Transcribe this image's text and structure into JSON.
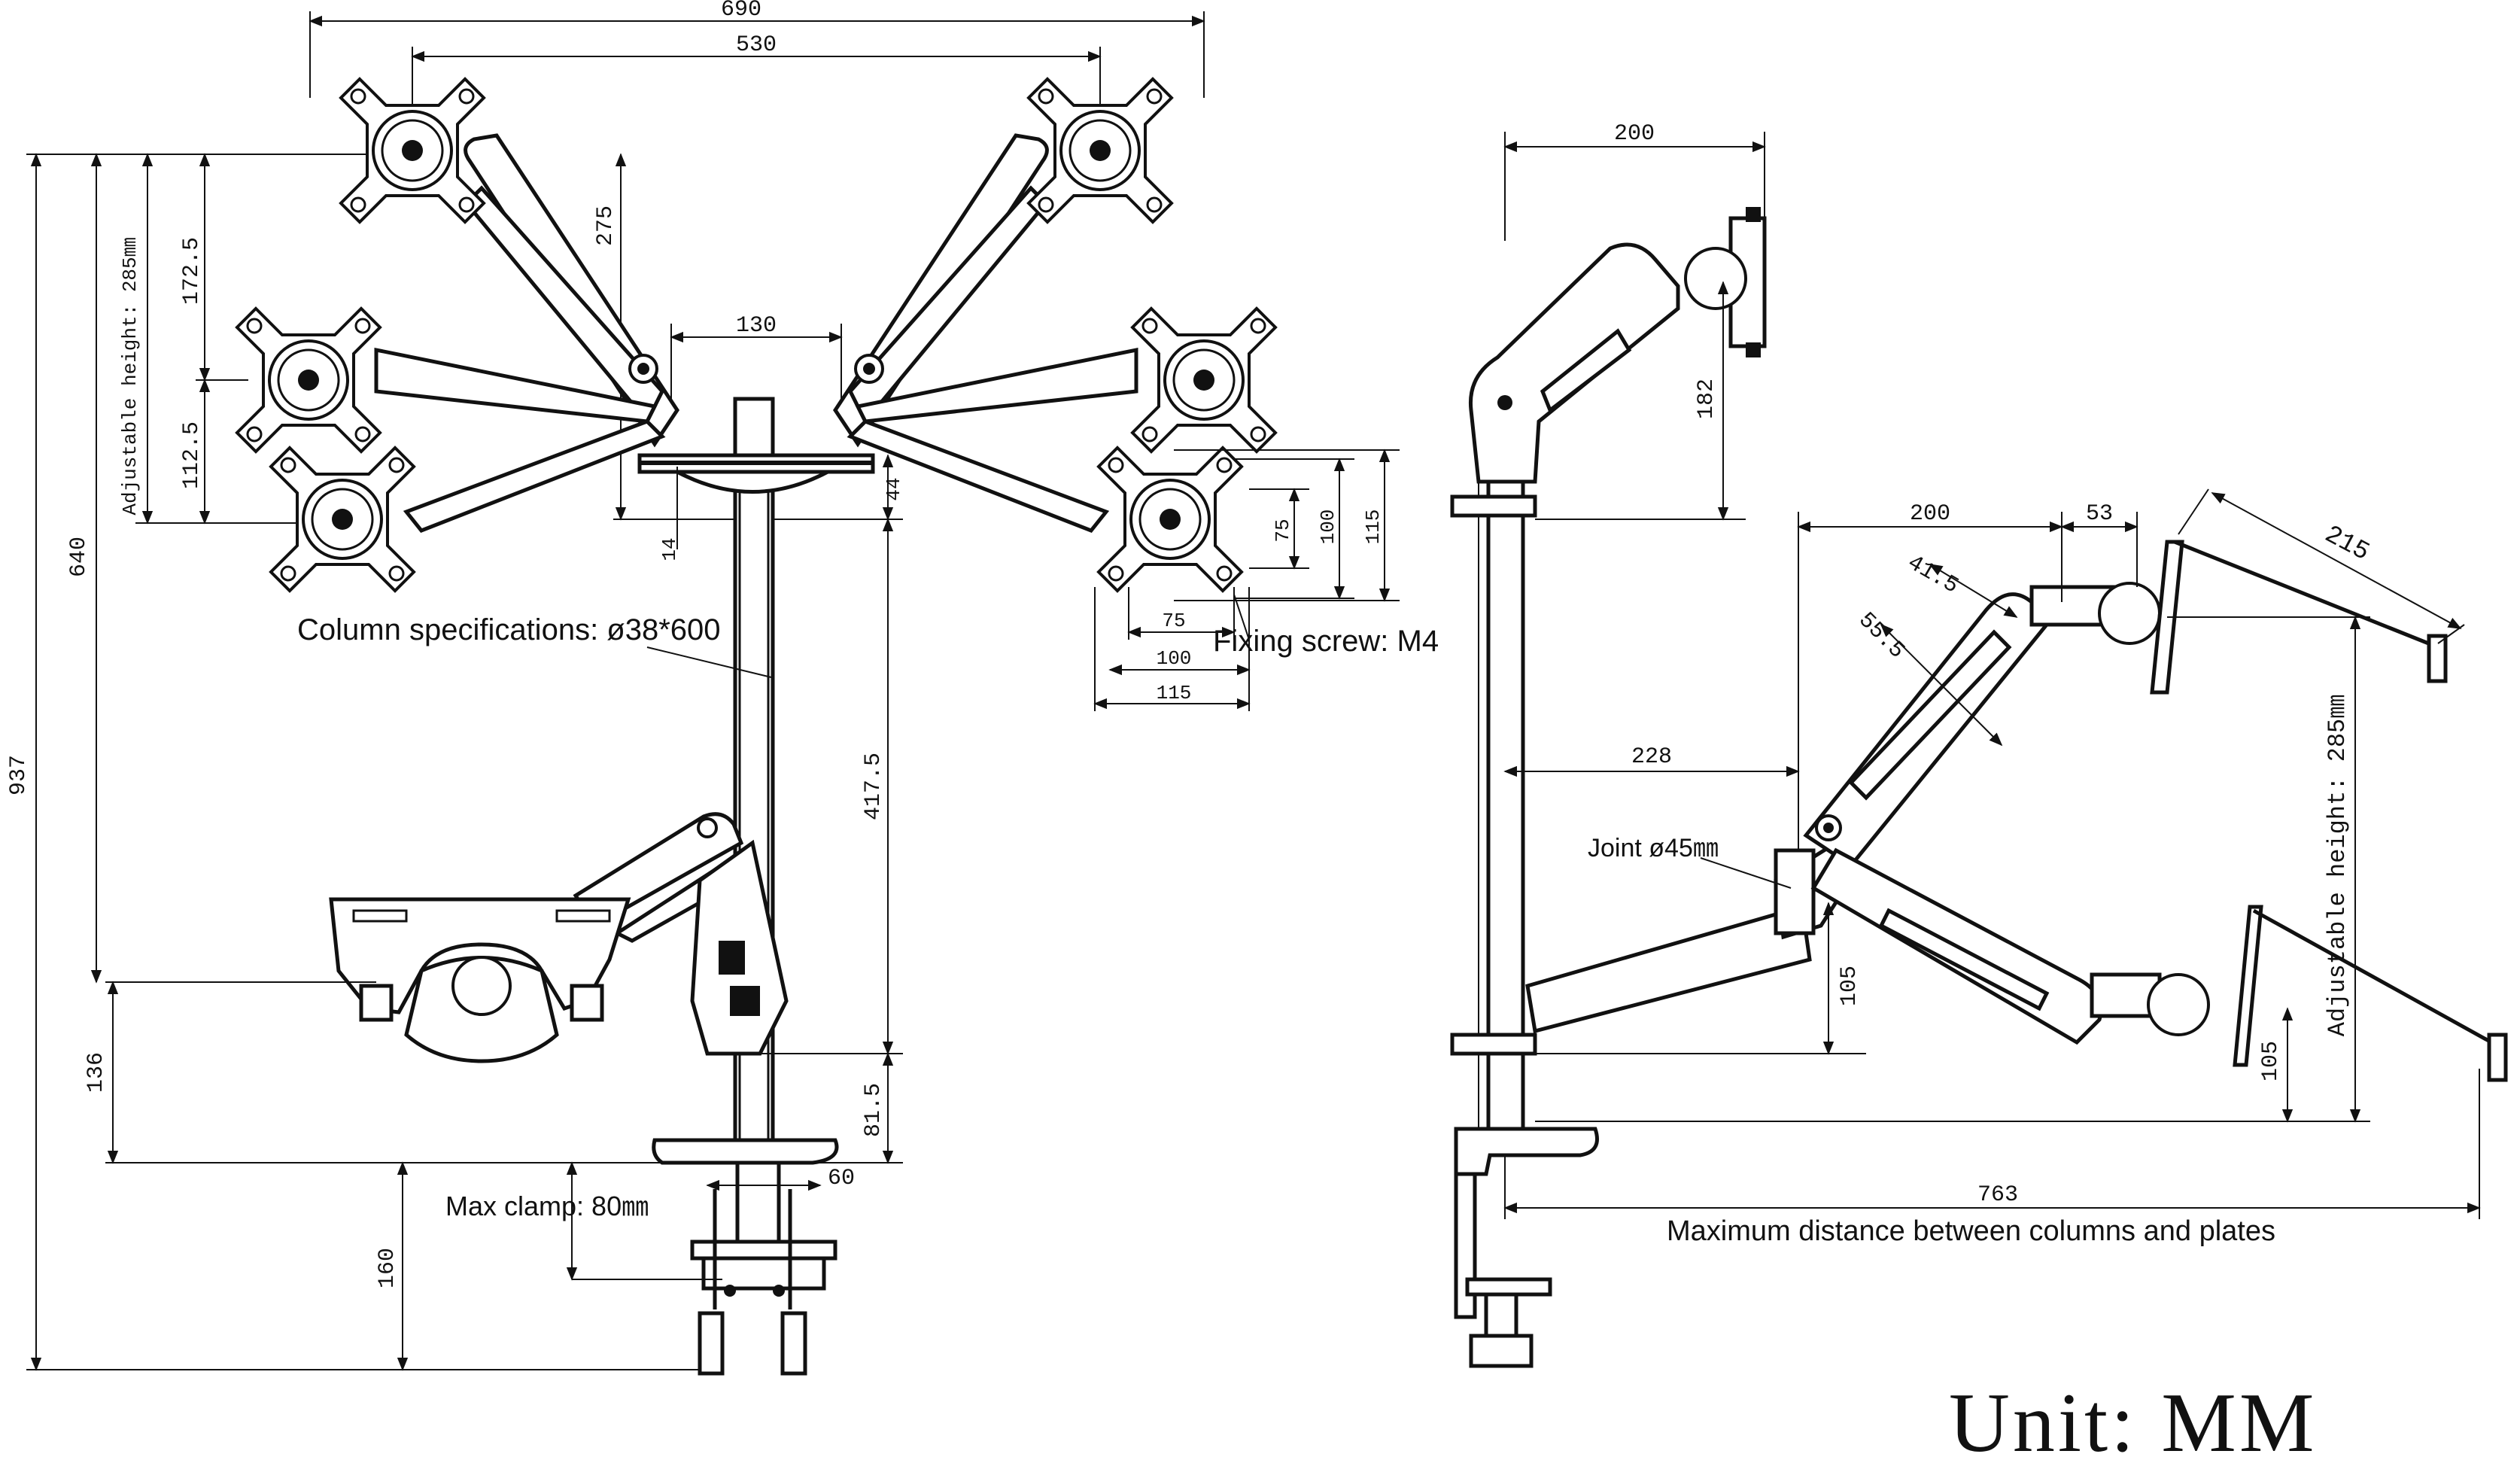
{
  "unit_label": "Unit: MM",
  "labels": {
    "column_spec": "Column specifications: ø38*600",
    "fixing_screw": "Fixing screw: M4",
    "max_clamp": "Max clamp: 80㎜",
    "adjustable_height_left": "Adjustable height: 285㎜",
    "adjustable_height_right": "Adjustable height: 285㎜",
    "joint": "Joint ø45㎜",
    "max_distance": "Maximum distance between columns and plates"
  },
  "dimensions": {
    "d690": "690",
    "d530": "530",
    "d130": "130",
    "d275": "275",
    "d172_5": "172.5",
    "d112_5": "112.5",
    "d640": "640",
    "d937": "937",
    "d14": "14",
    "d44": "44",
    "d417_5": "417.5",
    "d81_5": "81.5",
    "d60": "60",
    "d136": "136",
    "d160": "160",
    "vesa_v75": "75",
    "vesa_v100": "100",
    "vesa_v115": "115",
    "vesa_h75": "75",
    "vesa_h100": "100",
    "vesa_h115": "115",
    "side_200_top": "200",
    "side_182": "182",
    "side_200": "200",
    "side_53": "53",
    "side_41_5": "41.5",
    "side_55_5": "55.5",
    "side_215": "215",
    "side_228": "228",
    "side_105_left": "105",
    "side_105_right": "105",
    "side_763": "763"
  }
}
